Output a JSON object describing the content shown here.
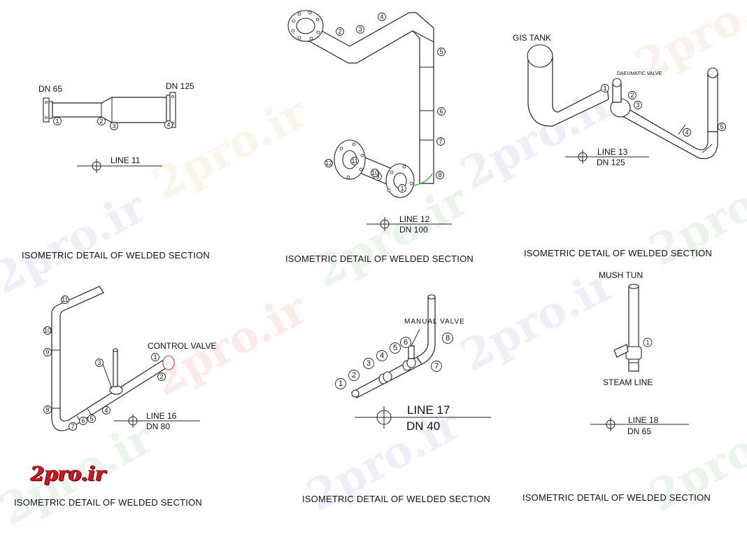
{
  "watermark_text": "2pro.ir",
  "logo_text": "2pro.ir",
  "details": [
    {
      "caption": "ISOMETRIC DETAIL OF WELDED SECTION",
      "line": "LINE 11",
      "dn": "",
      "labels": [
        "DN 65",
        "DN 125"
      ]
    },
    {
      "caption": "ISOMETRIC DETAIL OF WELDED SECTION",
      "line": "LINE 12",
      "dn": "DN 100",
      "labels": []
    },
    {
      "caption": "ISOMETRIC DETAIL OF WELDED SECTION",
      "line": "LINE 13",
      "dn": "DN 125",
      "labels": [
        "GIS TANK",
        "DAEUMATIC VALVE"
      ]
    },
    {
      "caption": "ISOMETRIC DETAIL OF WELDED SECTION",
      "line": "LINE 16",
      "dn": "DN 80",
      "labels": [
        "CONTROL VALVE"
      ]
    },
    {
      "caption": "ISOMETRIC DETAIL OF WELDED SECTION",
      "line": "LINE 17",
      "dn": "DN 40",
      "labels": [
        "MANUAL VALVE"
      ]
    },
    {
      "caption": "ISOMETRIC DETAIL OF WELDED SECTION",
      "line": "LINE 18",
      "dn": "DN 65",
      "labels": [
        "MUSH TUN",
        "STEAM LINE"
      ]
    }
  ],
  "weld_numbers": {
    "d11": [
      "1",
      "2",
      "3",
      "4"
    ],
    "d12": [
      "1",
      "2",
      "3",
      "4",
      "5",
      "6",
      "7",
      "8",
      "9",
      "10",
      "11",
      "12"
    ],
    "d13": [
      "1",
      "2",
      "3",
      "4",
      "5"
    ],
    "d16": [
      "1",
      "2",
      "3",
      "4",
      "5",
      "6",
      "7",
      "8",
      "9",
      "10",
      "11"
    ],
    "d17": [
      "1",
      "2",
      "3",
      "4",
      "5",
      "6",
      "7",
      "8"
    ],
    "d18": [
      "1"
    ]
  },
  "colors": {
    "linework": "#222222",
    "logo": "#e0101c",
    "weld_highlight": "#33aa33",
    "valve_highlight": "#dd3333"
  }
}
